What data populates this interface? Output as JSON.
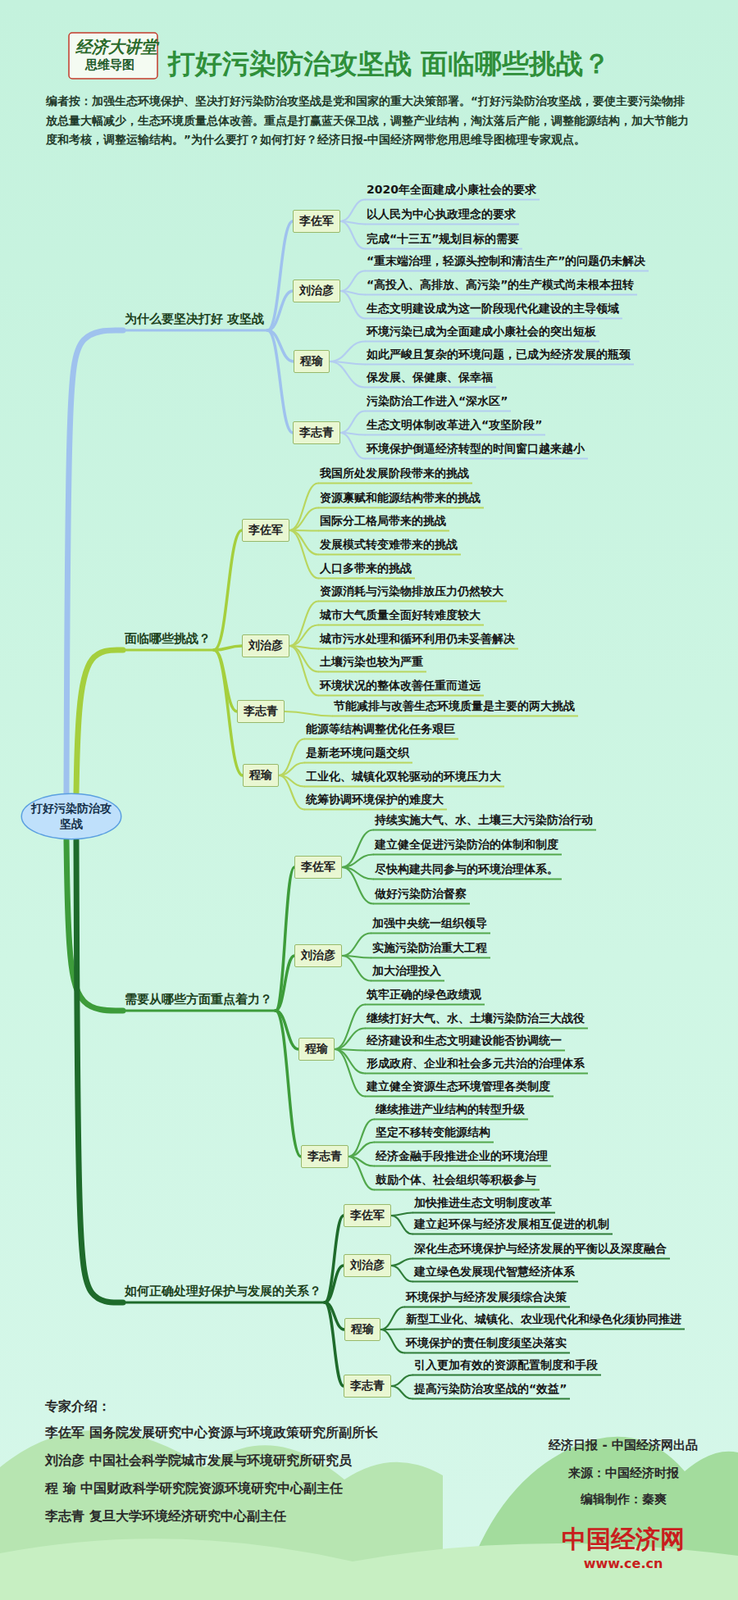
{
  "diagram": {
    "title": "打好污染防治攻坚战 面临哪些挑战？",
    "nodes": [
      {
        "text": [
          "打好污染防治攻坚战"
        ]
      },
      {
        "text": [
          "为什么要坚决打好 攻坚战"
        ]
      },
      {
        "text": [
          "李佐军"
        ]
      },
      {
        "text": [
          "2020年全面建成小康社会的要求"
        ]
      },
      {
        "text": [
          "以人民为中心执政理念的要求"
        ]
      },
      {
        "text": [
          "完成“十三五”规划目标的需要"
        ]
      },
      {
        "text": [
          "刘治彦"
        ]
      },
      {
        "text": [
          "“重末端治理，轻源头控制和清洁生产”的问题仍未解决"
        ]
      },
      {
        "text": [
          "“高投入、高排放、高污染”的生产模式尚未根本扭转"
        ]
      },
      {
        "text": [
          "生态文明建设成为这一阶段现代化建设的主导领域"
        ]
      },
      {
        "text": [
          "程瑜"
        ]
      },
      {
        "text": [
          "环境污染已成为全面建成小康社会的突出短板"
        ]
      },
      {
        "text": [
          "如此严峻且复杂的环境问题，已成为经济发展的瓶颈"
        ]
      },
      {
        "text": [
          "保发展、保健康、保幸福"
        ]
      },
      {
        "text": [
          "李志青"
        ]
      },
      {
        "text": [
          "污染防治工作进入“深水区”"
        ]
      },
      {
        "text": [
          "生态文明体制改革进入“攻坚阶段”"
        ]
      },
      {
        "text": [
          "环境保护倒逼经济转型的时间窗口越来越小"
        ]
      },
      {
        "text": [
          "面临哪些挑战？"
        ]
      },
      {
        "text": [
          "李佐军"
        ]
      },
      {
        "text": [
          "我国所处发展阶段带来的挑战"
        ]
      },
      {
        "text": [
          "资源禀赋和能源结构带来的挑战"
        ]
      },
      {
        "text": [
          "国际分工格局带来的挑战"
        ]
      },
      {
        "text": [
          "发展模式转变难带来的挑战"
        ]
      },
      {
        "text": [
          "人口多带来的挑战"
        ]
      },
      {
        "text": [
          "刘治彦"
        ]
      },
      {
        "text": [
          "资源消耗与污染物排放压力仍然较大"
        ]
      },
      {
        "text": [
          "城市大气质量全面好转难度较大"
        ]
      },
      {
        "text": [
          "城市污水处理和循环利用仍未妥善解决"
        ]
      },
      {
        "text": [
          "土壤污染也较为严重"
        ]
      },
      {
        "text": [
          "环境状况的整体改善任重而道远"
        ]
      },
      {
        "text": [
          "李志青"
        ]
      },
      {
        "text": [
          "节能减排与改善生态环境质量是主要的两大挑战"
        ]
      },
      {
        "text": [
          "程瑜"
        ]
      },
      {
        "text": [
          "能源等结构调整优化任务艰巨"
        ]
      },
      {
        "text": [
          "是新老环境问题交织"
        ]
      },
      {
        "text": [
          "工业化、城镇化双轮驱动的环境压力大"
        ]
      },
      {
        "text": [
          "统筹协调环境保护的难度大"
        ]
      },
      {
        "text": [
          "需要从哪些方面重点着力？"
        ]
      },
      {
        "text": [
          "李佐军"
        ]
      },
      {
        "text": [
          "持续实施大气、水、土壤三大污染防治行动"
        ]
      },
      {
        "text": [
          "建立健全促进污染防治的体制和制度"
        ]
      },
      {
        "text": [
          "尽快构建共同参与的环境治理体系。"
        ]
      },
      {
        "text": [
          "做好污染防治督察"
        ]
      },
      {
        "text": [
          "刘治彦"
        ]
      },
      {
        "text": [
          "加强中央统一组织领导"
        ]
      },
      {
        "text": [
          "实施污染防治重大工程"
        ]
      },
      {
        "text": [
          "加大治理投入"
        ]
      },
      {
        "text": [
          "程瑜"
        ]
      },
      {
        "text": [
          "筑牢正确的绿色政绩观"
        ]
      },
      {
        "text": [
          "继续打好大气、水、土壤污染防治三大战役"
        ]
      },
      {
        "text": [
          "经济建设和生态文明建设能否协调统一"
        ]
      },
      {
        "text": [
          "形成政府、企业和社会多元共治的治理体系"
        ]
      },
      {
        "text": [
          "建立健全资源生态环境管理各类制度"
        ]
      },
      {
        "text": [
          "李志青"
        ]
      },
      {
        "text": [
          "继续推进产业结构的转型升级"
        ]
      },
      {
        "text": [
          "坚定不移转变能源结构"
        ]
      },
      {
        "text": [
          "经济金融手段推进企业的环境治理"
        ]
      },
      {
        "text": [
          "鼓励个体、社会组织等积极参与"
        ]
      },
      {
        "text": [
          "如何正确处理好保护与发展的关系？"
        ]
      },
      {
        "text": [
          "李佐军"
        ]
      },
      {
        "text": [
          "加快推进生态文明制度改革"
        ]
      },
      {
        "text": [
          "建立起环保与经济发展相互促进的机制"
        ]
      },
      {
        "text": [
          "刘治彦"
        ]
      },
      {
        "text": [
          "深化生态环境保护与经济发展的平衡以及深度融合"
        ]
      },
      {
        "text": [
          "建立绿色发展现代智慧经济体系"
        ]
      },
      {
        "text": [
          "程瑜"
        ]
      },
      {
        "text": [
          "环境保护与经济发展须综合决策"
        ]
      },
      {
        "text": [
          "新型工业化、城镇化、农业现代化和绿色化须协同推进"
        ]
      },
      {
        "text": [
          "环境保护的责任制度须坚决落实"
        ]
      },
      {
        "text": [
          "李志青"
        ]
      },
      {
        "text": [
          "引入更加有效的资源配置制度和手段"
        ]
      },
      {
        "text": [
          "提高污染防治攻坚战的“效益”"
        ]
      }
    ],
    "edges": [
      {
        "from": 0,
        "to": 1,
        "arrow": "none"
      },
      {
        "from": 1,
        "to": 2,
        "arrow": "none"
      },
      {
        "from": 2,
        "to": 3,
        "arrow": "none"
      },
      {
        "from": 2,
        "to": 4,
        "arrow": "none"
      },
      {
        "from": 2,
        "to": 5,
        "arrow": "none"
      },
      {
        "from": 1,
        "to": 6,
        "arrow": "none"
      },
      {
        "from": 6,
        "to": 7,
        "arrow": "none"
      },
      {
        "from": 6,
        "to": 8,
        "arrow": "none"
      },
      {
        "from": 6,
        "to": 9,
        "arrow": "none"
      },
      {
        "from": 1,
        "to": 10,
        "arrow": "none"
      },
      {
        "from": 10,
        "to": 11,
        "arrow": "none"
      },
      {
        "from": 10,
        "to": 12,
        "arrow": "none"
      },
      {
        "from": 10,
        "to": 13,
        "arrow": "none"
      },
      {
        "from": 1,
        "to": 14,
        "arrow": "none"
      },
      {
        "from": 14,
        "to": 15,
        "arrow": "none"
      },
      {
        "from": 14,
        "to": 16,
        "arrow": "none"
      },
      {
        "from": 14,
        "to": 17,
        "arrow": "none"
      },
      {
        "from": 0,
        "to": 18,
        "arrow": "none"
      },
      {
        "from": 18,
        "to": 19,
        "arrow": "none"
      },
      {
        "from": 19,
        "to": 20,
        "arrow": "none"
      },
      {
        "from": 19,
        "to": 21,
        "arrow": "none"
      },
      {
        "from": 19,
        "to": 22,
        "arrow": "none"
      },
      {
        "from": 19,
        "to": 23,
        "arrow": "none"
      },
      {
        "from": 19,
        "to": 24,
        "arrow": "none"
      },
      {
        "from": 18,
        "to": 25,
        "arrow": "none"
      },
      {
        "from": 25,
        "to": 26,
        "arrow": "none"
      },
      {
        "from": 25,
        "to": 27,
        "arrow": "none"
      },
      {
        "from": 25,
        "to": 28,
        "arrow": "none"
      },
      {
        "from": 25,
        "to": 29,
        "arrow": "none"
      },
      {
        "from": 25,
        "to": 30,
        "arrow": "none"
      },
      {
        "from": 18,
        "to": 31,
        "arrow": "none"
      },
      {
        "from": 31,
        "to": 32,
        "arrow": "none"
      },
      {
        "from": 18,
        "to": 33,
        "arrow": "none"
      },
      {
        "from": 33,
        "to": 34,
        "arrow": "none"
      },
      {
        "from": 33,
        "to": 35,
        "arrow": "none"
      },
      {
        "from": 33,
        "to": 36,
        "arrow": "none"
      },
      {
        "from": 33,
        "to": 37,
        "arrow": "none"
      },
      {
        "from": 0,
        "to": 38,
        "arrow": "none"
      },
      {
        "from": 38,
        "to": 39,
        "arrow": "none"
      },
      {
        "from": 39,
        "to": 40,
        "arrow": "none"
      },
      {
        "from": 39,
        "to": 41,
        "arrow": "none"
      },
      {
        "from": 39,
        "to": 42,
        "arrow": "none"
      },
      {
        "from": 39,
        "to": 43,
        "arrow": "none"
      },
      {
        "from": 38,
        "to": 44,
        "arrow": "none"
      },
      {
        "from": 44,
        "to": 45,
        "arrow": "none"
      },
      {
        "from": 44,
        "to": 46,
        "arrow": "none"
      },
      {
        "from": 44,
        "to": 47,
        "arrow": "none"
      },
      {
        "from": 38,
        "to": 48,
        "arrow": "none"
      },
      {
        "from": 48,
        "to": 49,
        "arrow": "none"
      },
      {
        "from": 48,
        "to": 50,
        "arrow": "none"
      },
      {
        "from": 48,
        "to": 51,
        "arrow": "none"
      },
      {
        "from": 48,
        "to": 52,
        "arrow": "none"
      },
      {
        "from": 48,
        "to": 53,
        "arrow": "none"
      },
      {
        "from": 38,
        "to": 54,
        "arrow": "none"
      },
      {
        "from": 54,
        "to": 55,
        "arrow": "none"
      },
      {
        "from": 54,
        "to": 56,
        "arrow": "none"
      },
      {
        "from": 54,
        "to": 57,
        "arrow": "none"
      },
      {
        "from": 54,
        "to": 58,
        "arrow": "none"
      },
      {
        "from": 0,
        "to": 59,
        "arrow": "none"
      },
      {
        "from": 59,
        "to": 60,
        "arrow": "none"
      },
      {
        "from": 60,
        "to": 61,
        "arrow": "none"
      },
      {
        "from": 60,
        "to": 62,
        "arrow": "none"
      },
      {
        "from": 59,
        "to": 63,
        "arrow": "none"
      },
      {
        "from": 63,
        "to": 64,
        "arrow": "none"
      },
      {
        "from": 63,
        "to": 65,
        "arrow": "none"
      },
      {
        "from": 59,
        "to": 66,
        "arrow": "none"
      },
      {
        "from": 66,
        "to": 67,
        "arrow": "none"
      },
      {
        "from": 66,
        "to": 68,
        "arrow": "none"
      },
      {
        "from": 66,
        "to": 69,
        "arrow": "none"
      },
      {
        "from": 59,
        "to": 70,
        "arrow": "none"
      },
      {
        "from": 70,
        "to": 71,
        "arrow": "none"
      },
      {
        "from": 70,
        "to": 72,
        "arrow": "none"
      }
    ],
    "labels": [
      "经济大讲堂",
      "思维导图",
      "编者按：加强生态环境保护、坚决打好污染防治攻坚战是党和国家的重大决策部署。“打好污染防治攻坚战，要使主要污染物排放总量大幅减少，生态环境质量总体改善。重点是打赢蓝天保卫战，调整产业结构，淘汰落后产能，调整能源结构，加大节能力度和考核，调整运输结构。”为什么要打？如何打好？经济日报-中国经济网带您用思维导图梳理专家观点。",
      "专家介绍：",
      "李佐军 国务院发展研究中心资源与环境政策研究所副所长",
      "刘治彦 中国社会科学院城市发展与环境研究所研究员",
      "程 瑜 中国财政科学研究院资源环境研究中心副主任",
      "李志青 复旦大学环境经济研究中心副主任",
      "经济日报 - 中国经济网出品",
      "来源：中国经济时报",
      "编辑制作：秦爽",
      "中国经济网",
      "www.ce.cn"
    ]
  }
}
